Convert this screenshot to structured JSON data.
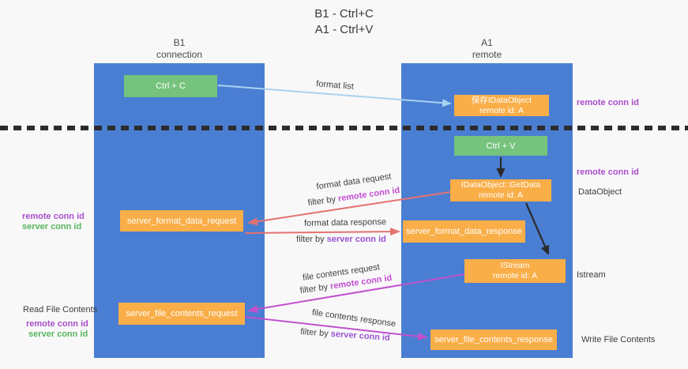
{
  "title": {
    "line1": "B1 - Ctrl+C",
    "line2": "A1 - Ctrl+V"
  },
  "lifelines": {
    "left": {
      "name": "B1",
      "role": "connection"
    },
    "right": {
      "name": "A1",
      "role": "remote"
    }
  },
  "nodes": {
    "ctrl_c": "Ctrl + C",
    "ctrl_v": "Ctrl + V",
    "save_dataobject": {
      "line1": "保存IDataObject",
      "line2": "remote id: A"
    },
    "getdata": {
      "line1": "IDataObject::GetData",
      "line2": "remote id: A"
    },
    "istream": {
      "line1": "IStream",
      "line2": "remote id: A"
    },
    "server_format_data_request": "server_format_data_request",
    "server_format_data_response": "server_format_data_response",
    "server_file_contents_request": "server_file_contents_request",
    "server_file_contents_response": "server_file_contents_response"
  },
  "edge_labels": {
    "format_list": "format list",
    "format_data_request": "format data request",
    "format_data_response": "format data response",
    "file_contents_request": "file contents request",
    "file_contents_response": "file contents response",
    "filter_by": "filter by ",
    "remote_conn_id": "remote conn id",
    "server_conn_id": "server conn id"
  },
  "margin_labels": {
    "left_top": {
      "remote": "remote conn id",
      "server": "server conn id"
    },
    "left_bottom": {
      "title": "Read File Contents",
      "remote": "remote conn id",
      "server": "server conn id"
    },
    "right": {
      "remote_1": "remote conn id",
      "remote_2": "remote conn id",
      "dataobject": "DataObject",
      "istream": "Istream",
      "write_file": "Write File Contents"
    }
  },
  "colors": {
    "column_blue": "#4a7ed2",
    "green_box": "#76c37e",
    "orange_box": "#f9ae48",
    "arrow_light_blue": "#a9d3f0",
    "arrow_red": "#e4726e",
    "arrow_magenta": "#c052cc",
    "arrow_black": "#2b2b2b",
    "label_purple": "#aa4ecb",
    "label_green": "#58b65c",
    "inline_remote_conn_id": "#c24fd0",
    "inline_server_conn_id": "#9a53d2"
  }
}
